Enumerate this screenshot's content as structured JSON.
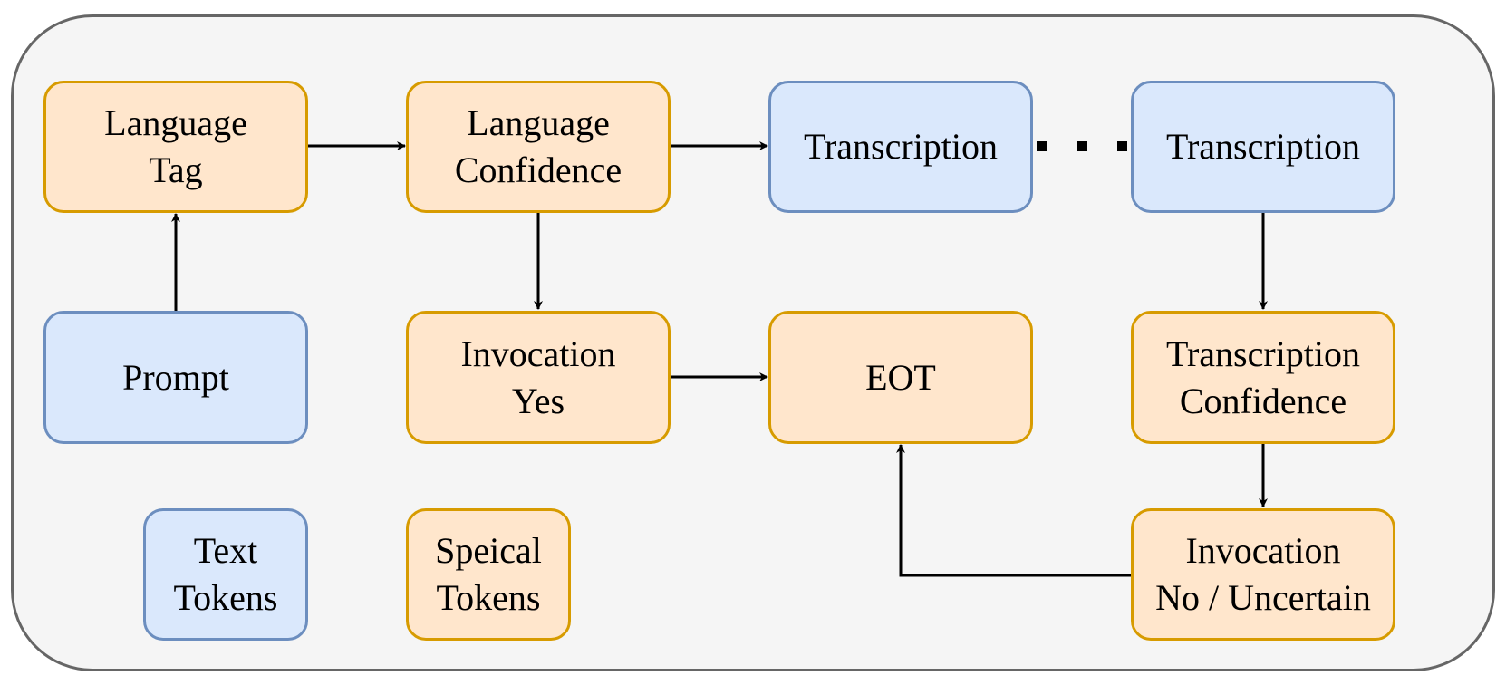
{
  "colors": {
    "frame_border": "#666666",
    "frame_fill": "#f5f5f5",
    "text_token_fill": "#dae8fc",
    "text_token_border": "#6c8ebf",
    "special_token_fill": "#ffe6cc",
    "special_token_border": "#d79b00",
    "edge": "#000000"
  },
  "nodes": {
    "language_tag": {
      "line1": "Language",
      "line2": "Tag",
      "kind": "special"
    },
    "language_confidence": {
      "line1": "Language",
      "line2": "Confidence",
      "kind": "special"
    },
    "transcription_1": {
      "line1": "Transcription",
      "kind": "text"
    },
    "transcription_2": {
      "line1": "Transcription",
      "kind": "text"
    },
    "prompt": {
      "line1": "Prompt",
      "kind": "text"
    },
    "invocation_yes": {
      "line1": "Invocation",
      "line2": "Yes",
      "kind": "special"
    },
    "eot": {
      "line1": "EOT",
      "kind": "special"
    },
    "transcription_confidence": {
      "line1": "Transcription",
      "line2": "Confidence",
      "kind": "special"
    },
    "invocation_no": {
      "line1": "Invocation",
      "line2": "No / Uncertain",
      "kind": "special"
    }
  },
  "legend": {
    "text_tokens": {
      "line1": "Text",
      "line2": "Tokens",
      "kind": "text"
    },
    "special_tokens": {
      "line1": "Speical",
      "line2": "Tokens",
      "kind": "special"
    }
  },
  "edges": [
    {
      "from": "prompt",
      "to": "language_tag"
    },
    {
      "from": "language_tag",
      "to": "language_confidence"
    },
    {
      "from": "language_confidence",
      "to": "transcription_1"
    },
    {
      "from": "language_confidence",
      "to": "invocation_yes"
    },
    {
      "from": "invocation_yes",
      "to": "eot"
    },
    {
      "from": "transcription_1",
      "to": "transcription_2",
      "style": "dotted"
    },
    {
      "from": "transcription_2",
      "to": "transcription_confidence"
    },
    {
      "from": "transcription_confidence",
      "to": "invocation_no"
    },
    {
      "from": "invocation_no",
      "to": "eot"
    }
  ]
}
